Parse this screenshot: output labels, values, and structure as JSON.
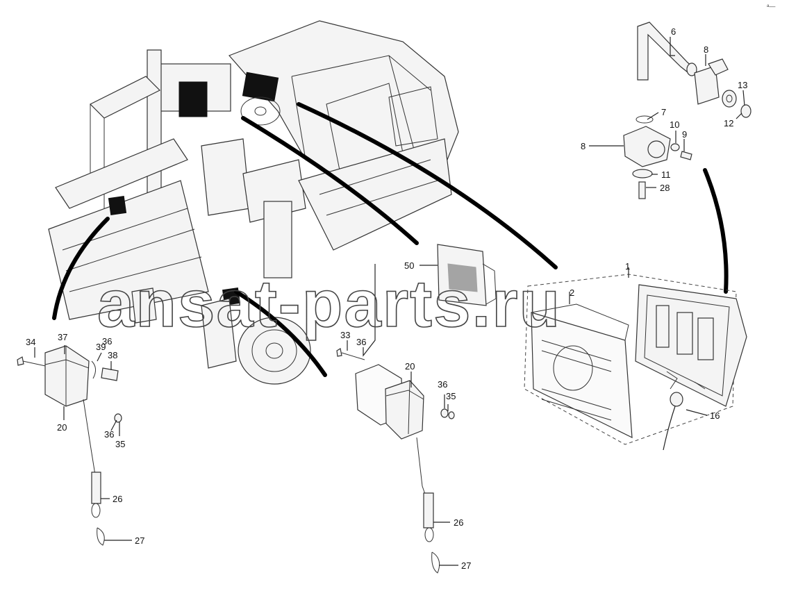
{
  "corner_mark": "ᵃ—",
  "watermark": "ansat-parts.ru",
  "labels": [
    "1",
    "2",
    "6",
    "7",
    "8",
    "8",
    "9",
    "10",
    "11",
    "12",
    "13",
    "16",
    "20",
    "20",
    "26",
    "26",
    "27",
    "27",
    "28",
    "33",
    "34",
    "35",
    "35",
    "36",
    "36",
    "36",
    "36",
    "37",
    "38",
    "39",
    "50"
  ]
}
